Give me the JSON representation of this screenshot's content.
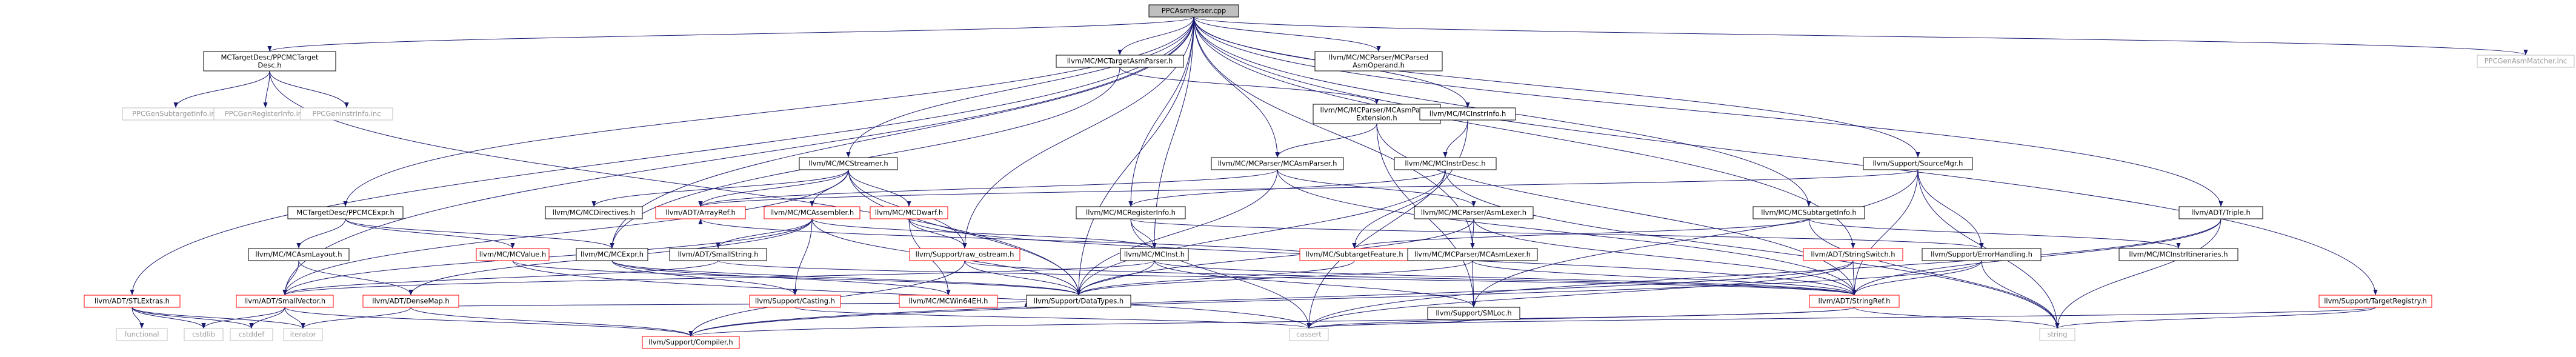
{
  "colors": {
    "edge": "#191970",
    "node_border": "#000000",
    "node_fill": "#ffffff",
    "root_fill": "#bfbfbf",
    "link_text": "#000000",
    "missing_border": "#bfbfbf",
    "missing_text": "#9a9a9a",
    "redlink_border": "#ff0000"
  },
  "nodes": [
    {
      "id": "root",
      "label": [
        "PPCAsmParser.cpp"
      ],
      "style": "root"
    },
    {
      "id": "ppcmctd",
      "label": [
        "MCTargetDesc/PPCMCTarget",
        "Desc.h"
      ],
      "style": "link"
    },
    {
      "id": "subinfo",
      "label": [
        "PPCGenSubtargetInfo.inc"
      ],
      "style": "missing"
    },
    {
      "id": "reginfo_inc",
      "label": [
        "PPCGenRegisterInfo.inc"
      ],
      "style": "missing"
    },
    {
      "id": "instrinfo_inc",
      "label": [
        "PPCGenInstrInfo.inc"
      ],
      "style": "missing"
    },
    {
      "id": "asmmatcher_inc",
      "label": [
        "PPCGenAsmMatcher.inc"
      ],
      "style": "missing"
    },
    {
      "id": "mctargetasmparser",
      "label": [
        "llvm/MC/MCTargetAsmParser.h"
      ],
      "style": "link"
    },
    {
      "id": "mcparsedasmop",
      "label": [
        "llvm/MC/MCParser/MCParsed",
        "AsmOperand.h"
      ],
      "style": "link"
    },
    {
      "id": "mcasmparserext",
      "label": [
        "llvm/MC/MCParser/MCAsmParser",
        "Extension.h"
      ],
      "style": "link"
    },
    {
      "id": "mcinstrinfo",
      "label": [
        "llvm/MC/MCInstrInfo.h"
      ],
      "style": "link"
    },
    {
      "id": "mcstreamer",
      "label": [
        "llvm/MC/MCStreamer.h"
      ],
      "style": "link"
    },
    {
      "id": "mcasmparser",
      "label": [
        "llvm/MC/MCParser/MCAsmParser.h"
      ],
      "style": "link"
    },
    {
      "id": "mcinstrdesc",
      "label": [
        "llvm/MC/MCInstrDesc.h"
      ],
      "style": "link"
    },
    {
      "id": "sourcemgr",
      "label": [
        "llvm/Support/SourceMgr.h"
      ],
      "style": "link"
    },
    {
      "id": "ppcmcexpr",
      "label": [
        "MCTargetDesc/PPCMCExpr.h"
      ],
      "style": "link"
    },
    {
      "id": "mcdirectives",
      "label": [
        "llvm/MC/MCDirectives.h"
      ],
      "style": "link"
    },
    {
      "id": "arrayref",
      "label": [
        "llvm/ADT/ArrayRef.h"
      ],
      "style": "redlink"
    },
    {
      "id": "mcassembler",
      "label": [
        "llvm/MC/MCAssembler.h"
      ],
      "style": "redlink"
    },
    {
      "id": "mcdwarf",
      "label": [
        "llvm/MC/MCDwarf.h"
      ],
      "style": "redlink"
    },
    {
      "id": "mcreginfo",
      "label": [
        "llvm/MC/MCRegisterInfo.h"
      ],
      "style": "link"
    },
    {
      "id": "asmlexer",
      "label": [
        "llvm/MC/MCParser/AsmLexer.h"
      ],
      "style": "link"
    },
    {
      "id": "mcsubtargetinfo",
      "label": [
        "llvm/MC/MCSubtargetInfo.h"
      ],
      "style": "link"
    },
    {
      "id": "triple",
      "label": [
        "llvm/ADT/Triple.h"
      ],
      "style": "link"
    },
    {
      "id": "mcasmlayout",
      "label": [
        "llvm/MC/MCAsmLayout.h"
      ],
      "style": "link"
    },
    {
      "id": "mcvalue",
      "label": [
        "llvm/MC/MCValue.h"
      ],
      "style": "redlink"
    },
    {
      "id": "mcexpr",
      "label": [
        "llvm/MC/MCExpr.h"
      ],
      "style": "link"
    },
    {
      "id": "smallstring",
      "label": [
        "llvm/ADT/SmallString.h"
      ],
      "style": "link"
    },
    {
      "id": "raw_ostream",
      "label": [
        "llvm/Support/raw_ostream.h"
      ],
      "style": "redlink"
    },
    {
      "id": "mcinst",
      "label": [
        "llvm/MC/MCInst.h"
      ],
      "style": "link"
    },
    {
      "id": "subtargetfeature",
      "label": [
        "llvm/MC/SubtargetFeature.h"
      ],
      "style": "redlink"
    },
    {
      "id": "mcasmlexer",
      "label": [
        "llvm/MC/MCParser/MCAsmLexer.h"
      ],
      "style": "link"
    },
    {
      "id": "stringswitch",
      "label": [
        "llvm/ADT/StringSwitch.h"
      ],
      "style": "redlink"
    },
    {
      "id": "errorhandling",
      "label": [
        "llvm/Support/ErrorHandling.h"
      ],
      "style": "link"
    },
    {
      "id": "mcinstrit",
      "label": [
        "llvm/MC/MCInstrItineraries.h"
      ],
      "style": "link"
    },
    {
      "id": "stlextras",
      "label": [
        "llvm/ADT/STLExtras.h"
      ],
      "style": "redlink"
    },
    {
      "id": "smallvector",
      "label": [
        "llvm/ADT/SmallVector.h"
      ],
      "style": "redlink"
    },
    {
      "id": "densemap",
      "label": [
        "llvm/ADT/DenseMap.h"
      ],
      "style": "redlink"
    },
    {
      "id": "casting",
      "label": [
        "llvm/Support/Casting.h"
      ],
      "style": "redlink"
    },
    {
      "id": "mcwin64eh",
      "label": [
        "llvm/MC/MCWin64EH.h"
      ],
      "style": "redlink"
    },
    {
      "id": "datatypes",
      "label": [
        "llvm/Support/DataTypes.h"
      ],
      "style": "link"
    },
    {
      "id": "smloc",
      "label": [
        "llvm/Support/SMLoc.h"
      ],
      "style": "link"
    },
    {
      "id": "stringref",
      "label": [
        "llvm/ADT/StringRef.h"
      ],
      "style": "redlink"
    },
    {
      "id": "targetregistry",
      "label": [
        "llvm/Support/TargetRegistry.h"
      ],
      "style": "redlink"
    },
    {
      "id": "compiler",
      "label": [
        "llvm/Support/Compiler.h"
      ],
      "style": "redlink"
    },
    {
      "id": "functional",
      "label": [
        "functional"
      ],
      "style": "missing"
    },
    {
      "id": "cstdlib",
      "label": [
        "cstdlib"
      ],
      "style": "missing"
    },
    {
      "id": "cstddef",
      "label": [
        "cstddef"
      ],
      "style": "missing"
    },
    {
      "id": "iterator",
      "label": [
        "iterator"
      ],
      "style": "missing"
    },
    {
      "id": "cassert",
      "label": [
        "cassert"
      ],
      "style": "missing"
    },
    {
      "id": "string",
      "label": [
        "string"
      ],
      "style": "missing"
    }
  ],
  "edges": [
    [
      "root",
      "ppcmctd"
    ],
    [
      "root",
      "asmmatcher_inc"
    ],
    [
      "root",
      "mctargetasmparser"
    ],
    [
      "root",
      "mcparsedasmop"
    ],
    [
      "root",
      "mcinstrinfo"
    ],
    [
      "root",
      "mcstreamer"
    ],
    [
      "root",
      "mcasmparser"
    ],
    [
      "root",
      "sourcemgr"
    ],
    [
      "root",
      "ppcmcexpr"
    ],
    [
      "root",
      "mcreginfo"
    ],
    [
      "root",
      "mcsubtargetinfo"
    ],
    [
      "root",
      "triple"
    ],
    [
      "root",
      "stlextras"
    ],
    [
      "root",
      "mcexpr"
    ],
    [
      "root",
      "mcinst"
    ],
    [
      "root",
      "stringswitch"
    ],
    [
      "root",
      "targetregistry"
    ],
    [
      "root",
      "smallvector"
    ],
    [
      "root",
      "mcasmlexer"
    ],
    [
      "root",
      "raw_ostream"
    ],
    [
      "root",
      "datatypes"
    ],
    [
      "ppcmctd",
      "subinfo"
    ],
    [
      "ppcmctd",
      "reginfo_inc"
    ],
    [
      "ppcmctd",
      "instrinfo_inc"
    ],
    [
      "ppcmctd",
      "datatypes"
    ],
    [
      "mctargetasmparser",
      "mcasmparserext"
    ],
    [
      "mctargetasmparser",
      "mcexpr"
    ],
    [
      "mcasmparserext",
      "mcasmparser"
    ],
    [
      "mcasmparserext",
      "smloc"
    ],
    [
      "mcasmparserext",
      "stringref"
    ],
    [
      "mcinstrinfo",
      "mcinstrdesc"
    ],
    [
      "mcinstrinfo",
      "cassert"
    ],
    [
      "mcstreamer",
      "mcdirectives"
    ],
    [
      "mcstreamer",
      "arrayref"
    ],
    [
      "mcstreamer",
      "mcassembler"
    ],
    [
      "mcstreamer",
      "mcdwarf"
    ],
    [
      "mcstreamer",
      "smallvector"
    ],
    [
      "mcstreamer",
      "datatypes"
    ],
    [
      "mcstreamer",
      "raw_ostream"
    ],
    [
      "mcasmparser",
      "asmlexer"
    ],
    [
      "mcasmparser",
      "arrayref"
    ],
    [
      "mcasmparser",
      "stringref"
    ],
    [
      "mcasmparser",
      "datatypes"
    ],
    [
      "mcinstrdesc",
      "mcreginfo"
    ],
    [
      "mcinstrdesc",
      "subtargetfeature"
    ],
    [
      "mcinstrdesc",
      "datatypes"
    ],
    [
      "mcinstrdesc",
      "string"
    ],
    [
      "sourcemgr",
      "arrayref"
    ],
    [
      "sourcemgr",
      "stringref"
    ],
    [
      "sourcemgr",
      "smloc"
    ],
    [
      "sourcemgr",
      "string"
    ],
    [
      "sourcemgr",
      "errorhandling"
    ],
    [
      "ppcmcexpr",
      "mcasmlayout"
    ],
    [
      "ppcmcexpr",
      "mcvalue"
    ],
    [
      "ppcmcexpr",
      "mcexpr"
    ],
    [
      "mcassembler",
      "smallvector"
    ],
    [
      "mcassembler",
      "smallstring"
    ],
    [
      "mcassembler",
      "casting"
    ],
    [
      "mcassembler",
      "datatypes"
    ],
    [
      "mcassembler",
      "densemap"
    ],
    [
      "mcassembler",
      "mcinst"
    ],
    [
      "mcdwarf",
      "stringref"
    ],
    [
      "mcdwarf",
      "mcwin64eh"
    ],
    [
      "mcdwarf",
      "raw_ostream"
    ],
    [
      "mcreginfo",
      "errorhandling"
    ],
    [
      "mcreginfo",
      "cassert"
    ],
    [
      "mcreginfo",
      "mcinst"
    ],
    [
      "asmlexer",
      "mcasmlexer"
    ],
    [
      "asmlexer",
      "stringref"
    ],
    [
      "asmlexer",
      "datatypes"
    ],
    [
      "mcsubtargetinfo",
      "mcinstrit"
    ],
    [
      "mcsubtargetinfo",
      "subtargetfeature"
    ],
    [
      "mcsubtargetinfo",
      "string"
    ],
    [
      "triple",
      "stringref"
    ],
    [
      "triple",
      "string"
    ],
    [
      "triple",
      "cassert"
    ],
    [
      "mcasmlayout",
      "smallvector"
    ],
    [
      "mcasmlayout",
      "densemap"
    ],
    [
      "mcvalue",
      "datatypes"
    ],
    [
      "mcvalue",
      "cassert"
    ],
    [
      "mcexpr",
      "casting"
    ],
    [
      "mcexpr",
      "datatypes"
    ],
    [
      "mcexpr",
      "mcwin64eh"
    ],
    [
      "smallstring",
      "smallvector"
    ],
    [
      "smallstring",
      "stringref"
    ],
    [
      "raw_ostream",
      "compiler"
    ],
    [
      "raw_ostream",
      "datatypes"
    ],
    [
      "raw_ostream",
      "stringref"
    ],
    [
      "mcinst",
      "smloc"
    ],
    [
      "mcinst",
      "datatypes"
    ],
    [
      "mcinst",
      "smallvector"
    ],
    [
      "mcinst",
      "stringref"
    ],
    [
      "subtargetfeature",
      "datatypes"
    ],
    [
      "subtargetfeature",
      "arrayref"
    ],
    [
      "mcasmlexer",
      "smloc"
    ],
    [
      "mcasmlexer",
      "datatypes"
    ],
    [
      "mcasmlexer",
      "stringref"
    ],
    [
      "stringswitch",
      "stringref"
    ],
    [
      "stringswitch",
      "cassert"
    ],
    [
      "stringswitch",
      "compiler"
    ],
    [
      "errorhandling",
      "stringref"
    ],
    [
      "errorhandling",
      "compiler"
    ],
    [
      "errorhandling",
      "string"
    ],
    [
      "stlextras",
      "functional"
    ],
    [
      "stlextras",
      "cstdlib"
    ],
    [
      "stlextras",
      "cstddef"
    ],
    [
      "stlextras",
      "iterator"
    ],
    [
      "smallvector",
      "cstdlib"
    ],
    [
      "smallvector",
      "cstddef"
    ],
    [
      "smallvector",
      "iterator"
    ],
    [
      "smallvector",
      "compiler"
    ],
    [
      "densemap",
      "iterator"
    ],
    [
      "densemap",
      "compiler"
    ],
    [
      "densemap",
      "datatypes"
    ],
    [
      "casting",
      "cassert"
    ],
    [
      "stringref",
      "string"
    ],
    [
      "stringref",
      "cassert"
    ],
    [
      "stringref",
      "compiler"
    ],
    [
      "targetregistry",
      "string"
    ],
    [
      "targetregistry",
      "cassert"
    ],
    [
      "smloc",
      "cassert"
    ]
  ]
}
